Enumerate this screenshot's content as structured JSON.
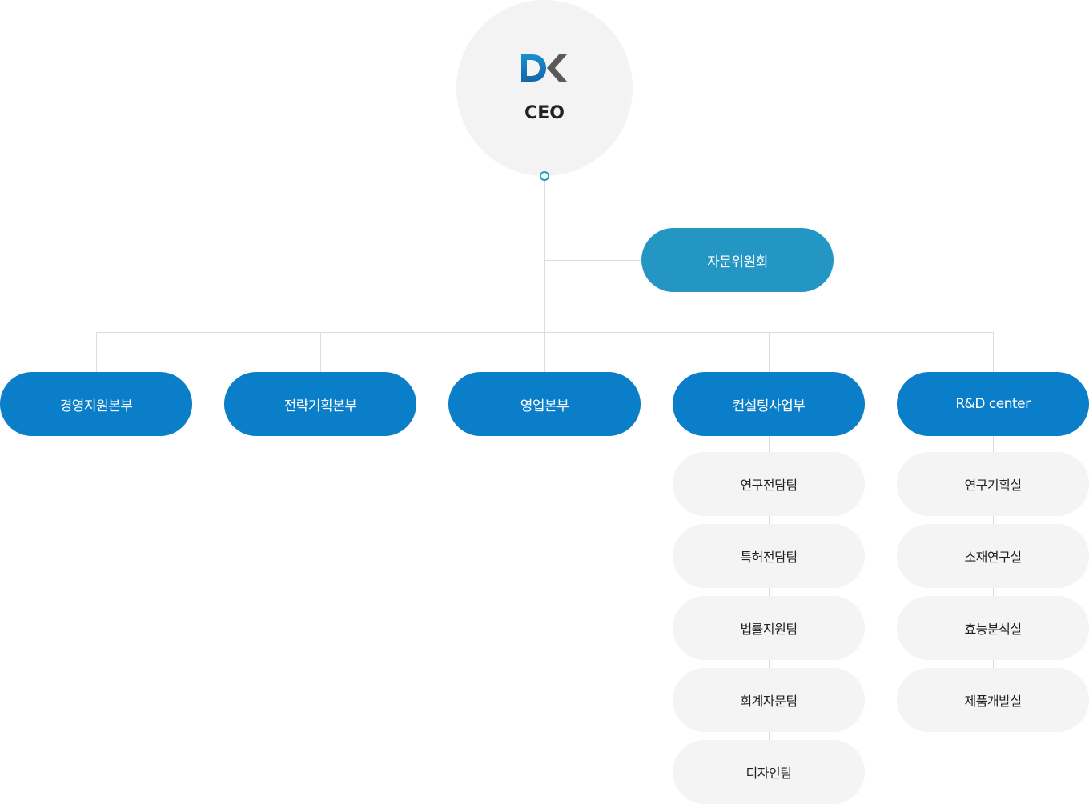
{
  "ceo": {
    "label": "CEO",
    "logo": "DK"
  },
  "advisory": {
    "label": "자문위원회"
  },
  "departments": [
    {
      "label": "경영지원본부"
    },
    {
      "label": "전략기획본부"
    },
    {
      "label": "영업본부"
    },
    {
      "label": "컨설팅사업부"
    },
    {
      "label": "R&D center"
    }
  ],
  "consulting_teams": [
    "연구전담팀",
    "특허전담팀",
    "법률지원팀",
    "회계자문팀",
    "디자인팀"
  ],
  "rnd_labs": [
    "연구기획실",
    "소재연구실",
    "효능분석실",
    "제품개발실"
  ],
  "colors": {
    "department": "#0a7ec8",
    "advisory": "#2496c4",
    "sub_unit": "#f4f4f4",
    "connector": "#dcdcdc",
    "accent": "#2196c9"
  }
}
